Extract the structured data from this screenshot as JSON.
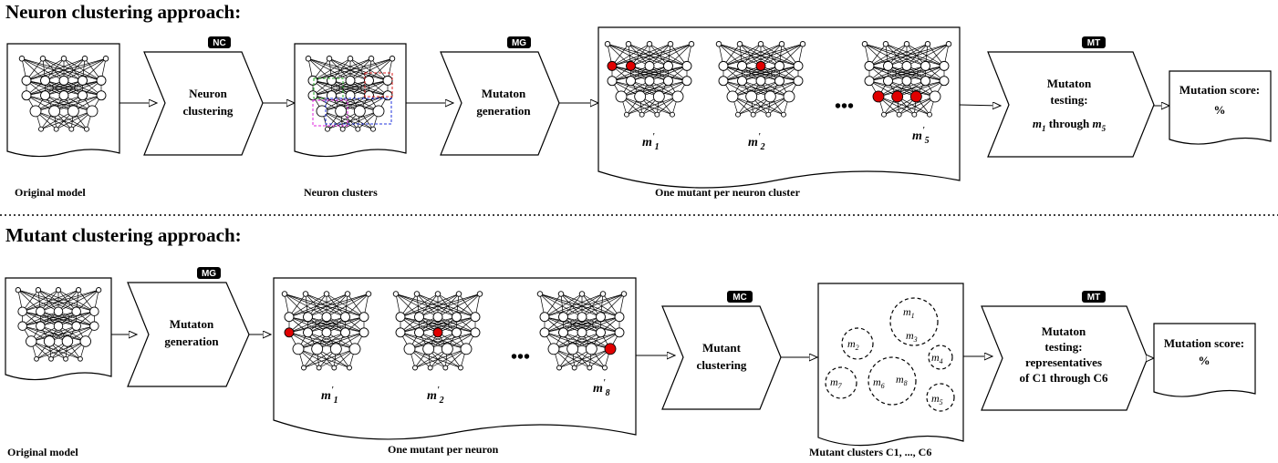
{
  "sections": {
    "neuron_title": "Neuron clustering approach:",
    "mutant_title": "Mutant clustering approach:"
  },
  "top": {
    "original_caption": "Original model",
    "nc_tag": "NC",
    "nc_line1": "Neuron",
    "nc_line2": "clustering",
    "clusters_caption": "Neuron clusters",
    "mg_tag": "MG",
    "mg_line1": "Mutaton",
    "mg_line2": "generation",
    "mutants": [
      {
        "label": "m",
        "prime": "'",
        "sub": "1"
      },
      {
        "label": "m",
        "prime": "'",
        "sub": "2"
      },
      {
        "label": "m",
        "prime": "'",
        "sub": "5"
      }
    ],
    "ellipsis": "•••",
    "mutants_caption": "One mutant per neuron cluster",
    "mt_tag": "MT",
    "mt_line1": "Mutaton",
    "mt_line2": "testing:",
    "mt_line3_a": "m",
    "mt_line3_a_sub": "1",
    "mt_line3_mid": "through",
    "mt_line3_b": "m",
    "mt_line3_b_sub": "5",
    "score_line1": "Mutation score:",
    "score_line2": "%"
  },
  "bottom": {
    "original_caption": "Original model",
    "mg_tag": "MG",
    "mg_line1": "Mutaton",
    "mg_line2": "generation",
    "mutants": [
      {
        "label": "m",
        "prime": "'",
        "sub": "1"
      },
      {
        "label": "m",
        "prime": "'",
        "sub": "2"
      },
      {
        "label": "m",
        "prime": "'",
        "sub": "8"
      }
    ],
    "ellipsis": "•••",
    "mutants_caption": "One mutant per neuron",
    "mc_tag": "MC",
    "mc_line1": "Mutant",
    "mc_line2": "clustering",
    "clusters": [
      {
        "label": "m",
        "sub": "1"
      },
      {
        "label": "m",
        "sub": "3"
      },
      {
        "label": "m",
        "sub": "2"
      },
      {
        "label": "m",
        "sub": "4"
      },
      {
        "label": "m",
        "sub": "6"
      },
      {
        "label": "m",
        "sub": "8"
      },
      {
        "label": "m",
        "sub": "7"
      },
      {
        "label": "m",
        "sub": "5"
      }
    ],
    "clusters_caption": "Mutant clusters C1, ..., C6",
    "mt_tag": "MT",
    "mt_line1": "Mutaton",
    "mt_line2": "testing:",
    "mt_line3": "representatives",
    "mt_line4": "of C1 through C6",
    "score_line1": "Mutation score:",
    "score_line2": "%"
  },
  "colors": {
    "mutated_neuron": "#e00000",
    "tag_bg": "#000000",
    "cluster_green": "#22aa22",
    "cluster_red": "#dd2222",
    "cluster_magenta": "#dd22dd",
    "cluster_blue": "#2233dd"
  }
}
